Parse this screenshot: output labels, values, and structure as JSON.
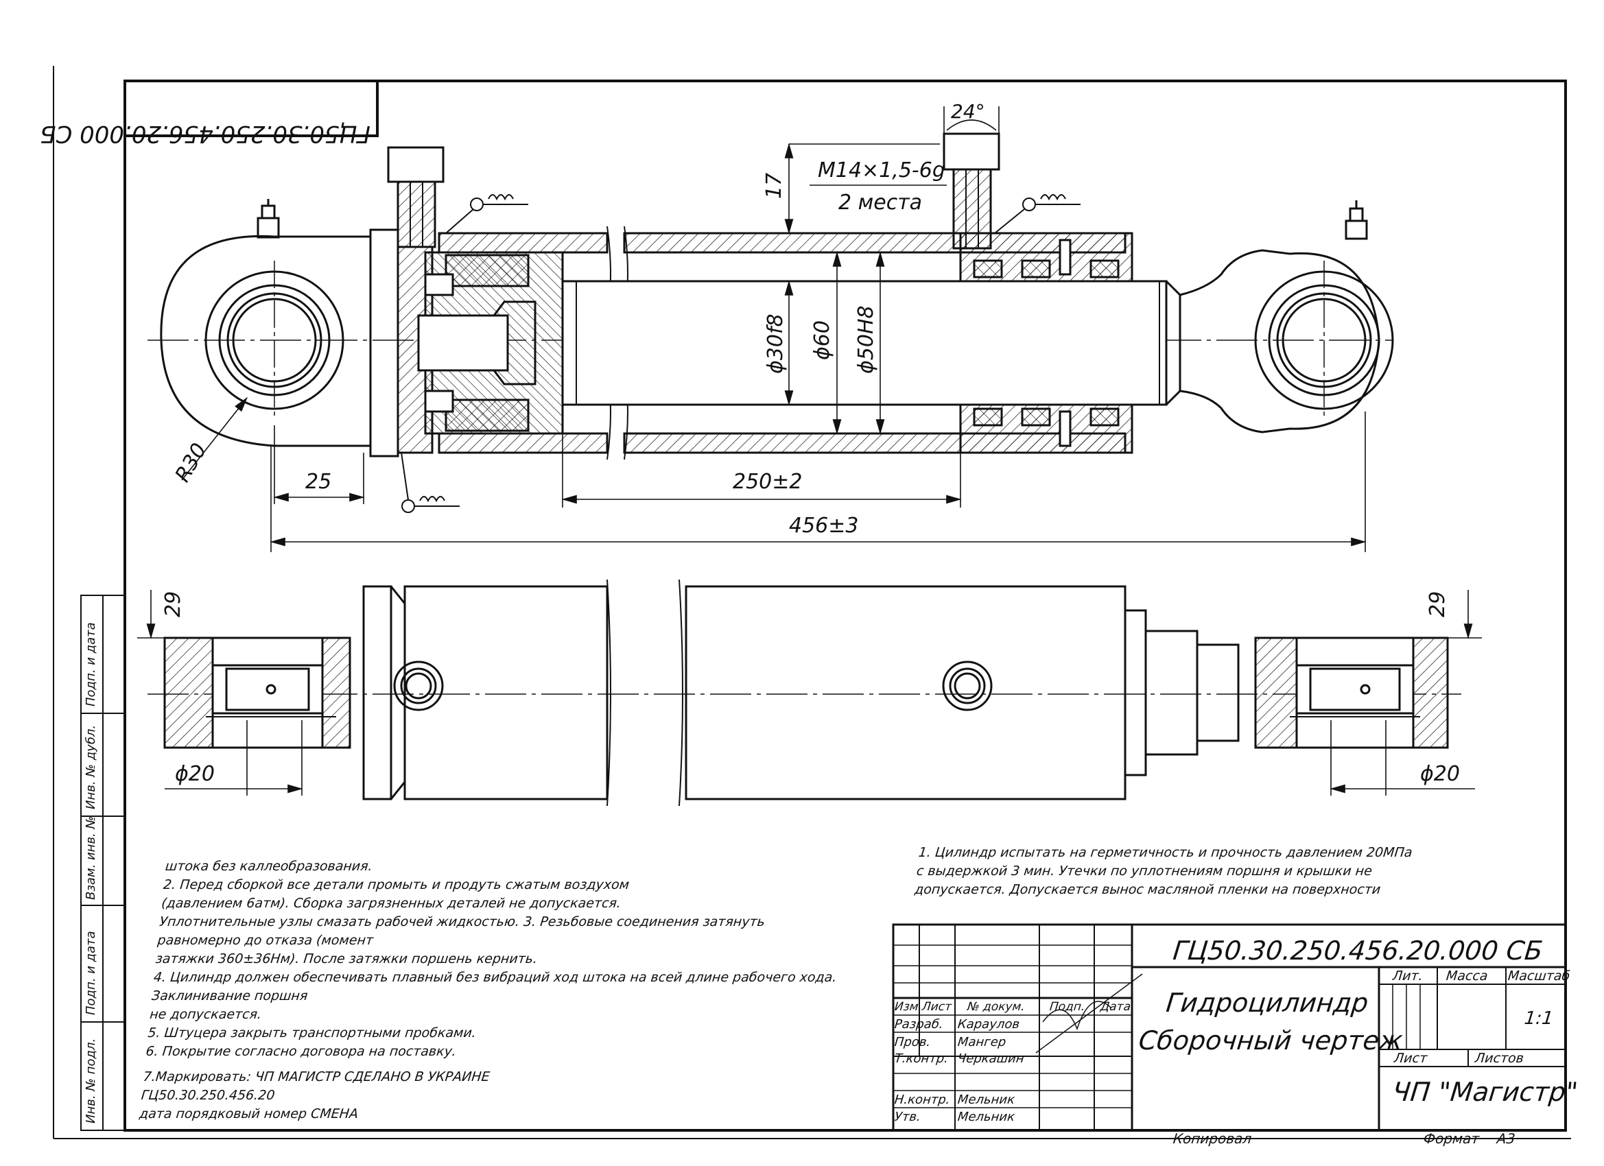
{
  "drawing": {
    "code_mirrored": "ГЦ50.30.250.456.20.000 СБ",
    "dims": {
      "angle": "24°",
      "thread": "M14×1,5-6g",
      "places": "2 места",
      "h17": "17",
      "d30": "ϕ30f8",
      "d60": "ϕ60",
      "d50": "ϕ50H8",
      "r30": "R30",
      "l25": "25",
      "l250": "250±2",
      "l456": "456±3",
      "l29a": "29",
      "l29b": "29",
      "d20a": "ϕ20",
      "d20b": "ϕ20"
    }
  },
  "notes_left": [
    "штока без каллеобразования.",
    "2. Перед сборкой все детали промыть и продуть сжатым воздухом",
    " (давлением 6атм).   Сборка загрязненных деталей не допускается.",
    "  Уплотнительные узлы смазать  рабочей жидкостью.                  3. Резьбовые соединения затянуть",
    "равномерно до отказа (момент",
    "затяжки 360±36Нм). После затяжки поршень кернить.",
    "4. Цилиндр должен обеспечивать плавный без вибраций ход штока  на всей  длине рабочего хода.",
    "Заклинивание поршня",
    "  не допускается.",
    "5. Штуцера закрыть транспортными пробками.",
    "6. Покрытие согласно договора на поставку.",
    "",
    "7.Маркировать:  ЧП МАГИСТР СДЕЛАНО В УКРАИНЕ",
    "                          ГЦ50.30.250.456.20",
    "                          дата порядковый номер СМЕНА"
  ],
  "notes_right": [
    "1. Цилиндр испытать на герметичность и прочность давлением 20МПа",
    "с выдержкой  3 мин. Утечки по уплотнениям поршня и крышки не",
    "  допускается. Допускается вынос  масляной пленки на поверхности"
  ],
  "title_block": {
    "designation": "ГЦ50.30.250.456.20.000 СБ",
    "name_line1": "Гидроцилиндр",
    "name_line2": "Сборочный чертеж",
    "col_izm": "Изм.",
    "col_list": "Лист",
    "col_doc": "№ докум.",
    "col_sign": "Подп.",
    "col_date": "Дата",
    "row_razrab": "Разраб.",
    "razrab_name": "Караулов",
    "row_prov": "Пров.",
    "prov_name": "Мангер",
    "row_tkontr": "Т.контр.",
    "tkontr_name": "Черкашин",
    "row_nkontr": "Н.контр.",
    "nkontr_name": "Мельник",
    "row_utv": "Утв.",
    "utv_name": "Мельник",
    "lit": "Лит.",
    "massa": "Масса",
    "masshtab": "Масштаб",
    "scale_value": "1:1",
    "sheet": "Лист",
    "sheets": "Листов",
    "company": "ЧП \"Магистр\"",
    "kopiroval": "Копировал",
    "format_label": "Формат",
    "format_value": "А3"
  },
  "side_stamp": [
    "Подп. и дата",
    "Инв. № дубл.",
    "Взам. инв. №",
    "Подп. и дата",
    "Инв. № подл."
  ]
}
